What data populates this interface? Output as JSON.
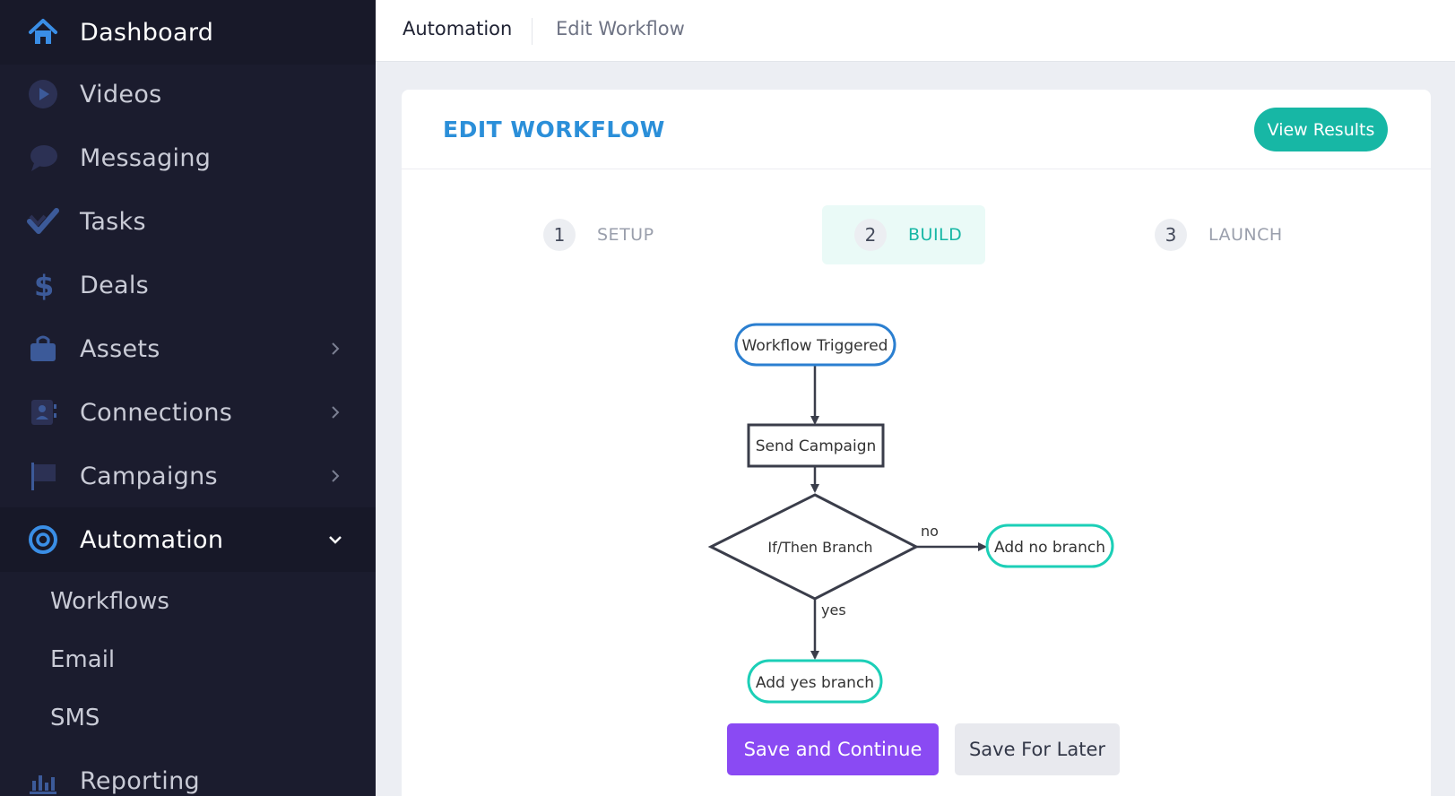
{
  "sidebar": {
    "items": [
      {
        "label": "Dashboard",
        "icon": "home-icon"
      },
      {
        "label": "Videos",
        "icon": "play-icon"
      },
      {
        "label": "Messaging",
        "icon": "chat-bubble-icon"
      },
      {
        "label": "Tasks",
        "icon": "check-icon"
      },
      {
        "label": "Deals",
        "icon": "dollar-icon"
      },
      {
        "label": "Assets",
        "icon": "bag-icon"
      },
      {
        "label": "Connections",
        "icon": "contact-card-icon"
      },
      {
        "label": "Campaigns",
        "icon": "flag-icon"
      },
      {
        "label": "Automation",
        "icon": "target-icon"
      },
      {
        "label": "Reporting",
        "icon": "bar-chart-icon"
      }
    ],
    "sub_items": [
      "Workflows",
      "Email",
      "SMS"
    ],
    "colors": {
      "background": "#1b1c2e",
      "icon": "#3c5a99",
      "dashboard_icon": "#3a8ee6"
    }
  },
  "topbar": {
    "breadcrumb": [
      "Automation",
      "Edit Workflow"
    ]
  },
  "card": {
    "title": "EDIT WORKFLOW",
    "view_results": "View Results",
    "accent": "#17b7a5"
  },
  "steps": [
    {
      "number": "1",
      "label": "SETUP"
    },
    {
      "number": "2",
      "label": "BUILD"
    },
    {
      "number": "3",
      "label": "LAUNCH"
    }
  ],
  "flow": {
    "trigger": "Workflow Triggered",
    "action": "Send Campaign",
    "branch": "If/Then Branch",
    "no_label": "no",
    "yes_label": "yes",
    "no_target": "Add no branch",
    "yes_target": "Add yes branch"
  },
  "actions": {
    "save_continue": "Save and Continue",
    "save_later": "Save For Later",
    "primary_color": "#8a4af3"
  }
}
